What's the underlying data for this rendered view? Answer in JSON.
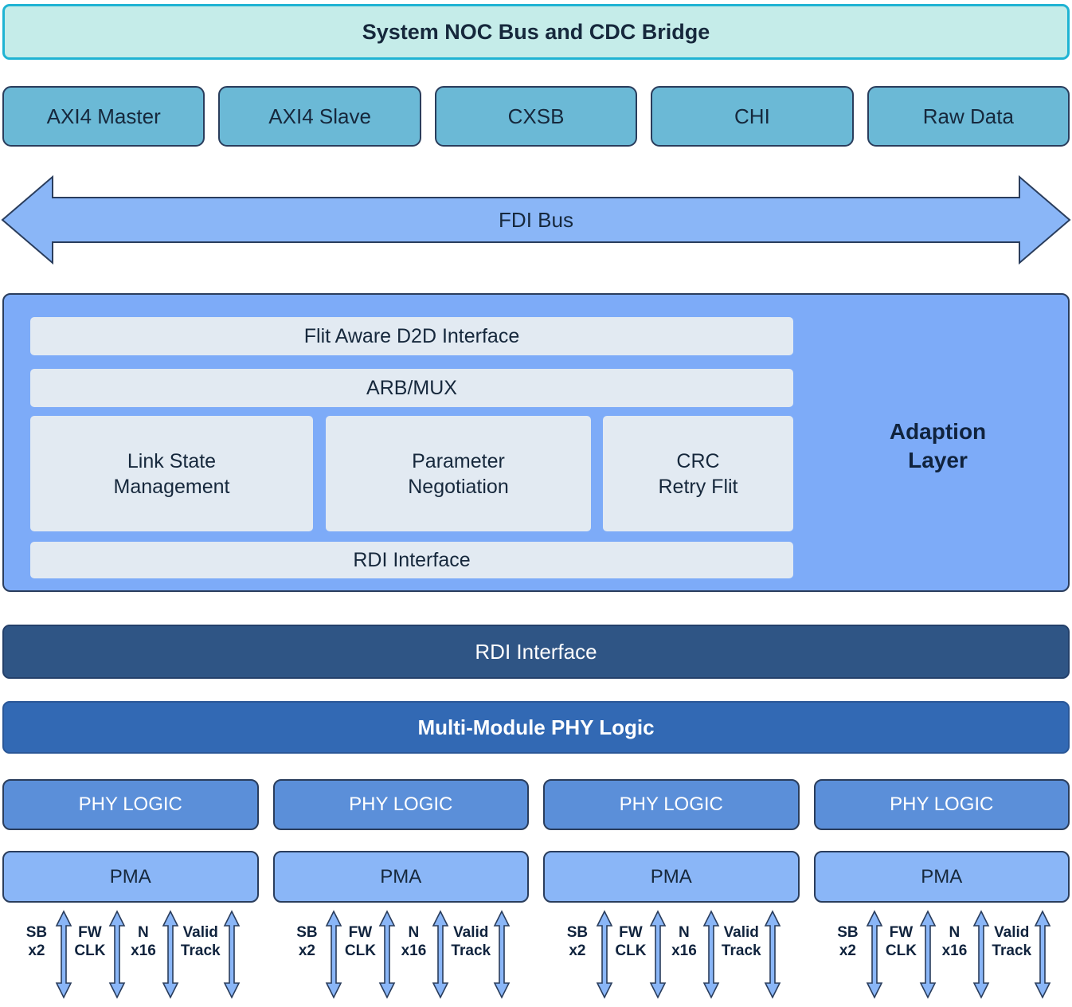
{
  "header": {
    "title": "System NOC Bus and CDC Bridge",
    "fill_color": "#c5ece9",
    "border_color": "#1fb3d3"
  },
  "protocol_row": {
    "fill_color": "#6bb9d6",
    "items": [
      {
        "label": "AXI4 Master"
      },
      {
        "label": "AXI4 Slave"
      },
      {
        "label": "CXSB"
      },
      {
        "label": "CHI"
      },
      {
        "label": "Raw Data"
      }
    ]
  },
  "fdi_bus": {
    "label": "FDI Bus",
    "direction": "bidirectional",
    "fill_color": "#8ab6f7"
  },
  "adaption_layer": {
    "title": "Adaption\nLayer",
    "title_line1": "Adaption",
    "title_line2": "Layer",
    "fill_color": "#7dabf8",
    "inner_fill_color": "#e2eaf2",
    "blocks": {
      "flit_d2d": "Flit Aware D2D Interface",
      "arb_mux": "ARB/MUX",
      "link_state": "Link State\nManagement",
      "parameter_negotiation": "Parameter\nNegotiation",
      "crc_retry": "CRC\nRetry Flit",
      "rdi_interface": "RDI Interface"
    }
  },
  "rdi_interface_bar": {
    "label": "RDI Interface",
    "fill_color": "#2f5585"
  },
  "multi_module_bar": {
    "label": "Multi-Module PHY Logic",
    "fill_color": "#3269b4"
  },
  "phy_row": {
    "fill_color": "#5b8fd9",
    "items": [
      {
        "label": "PHY LOGIC"
      },
      {
        "label": "PHY LOGIC"
      },
      {
        "label": "PHY LOGIC"
      },
      {
        "label": "PHY LOGIC"
      }
    ]
  },
  "pma_row": {
    "fill_color": "#8ab6f7",
    "items": [
      {
        "label": "PMA"
      },
      {
        "label": "PMA"
      },
      {
        "label": "PMA"
      },
      {
        "label": "PMA"
      }
    ]
  },
  "signal_groups": [
    {
      "signals": [
        {
          "label": "SB\nx2"
        },
        {
          "label": "FW\nCLK"
        },
        {
          "label": "N\nx16"
        },
        {
          "label": "Valid\nTrack"
        }
      ]
    },
    {
      "signals": [
        {
          "label": "SB\nx2"
        },
        {
          "label": "FW\nCLK"
        },
        {
          "label": "N\nx16"
        },
        {
          "label": "Valid\nTrack"
        }
      ]
    },
    {
      "signals": [
        {
          "label": "SB\nx2"
        },
        {
          "label": "FW\nCLK"
        },
        {
          "label": "N\nx16"
        },
        {
          "label": "Valid\nTrack"
        }
      ]
    },
    {
      "signals": [
        {
          "label": "SB\nx2"
        },
        {
          "label": "FW\nCLK"
        },
        {
          "label": "N\nx16"
        },
        {
          "label": "Valid\nTrack"
        }
      ]
    }
  ]
}
